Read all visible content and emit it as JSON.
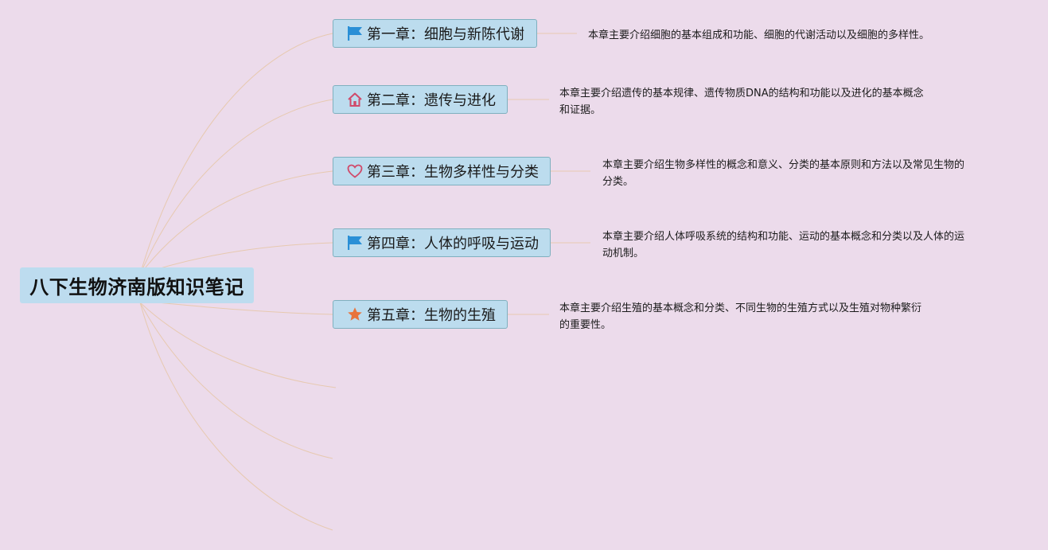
{
  "root": {
    "label": "八下生物济南版知识笔记"
  },
  "chapters": [
    {
      "label": "第一章：细胞与新陈代谢",
      "icon": "flag-icon",
      "icon_color": "#2a8fd6",
      "desc": "本章主要介绍细胞的基本组成和功能、细胞的代谢活动以及细胞的多样性。"
    },
    {
      "label": "第二章：遗传与进化",
      "icon": "home-icon",
      "icon_color": "#d04a6a",
      "desc": "本章主要介绍遗传的基本规律、遗传物质DNA的结构和功能以及进化的基本概念\n和证据。"
    },
    {
      "label": "第三章：生物多样性与分类",
      "icon": "heart-icon",
      "icon_color": "#d04a6a",
      "desc": "本章主要介绍生物多样性的概念和意义、分类的基本原则和方法以及常见生物的\n分类。"
    },
    {
      "label": "第四章：人体的呼吸与运动",
      "icon": "flag-icon",
      "icon_color": "#2a8fd6",
      "desc": "本章主要介绍人体呼吸系统的结构和功能、运动的基本概念和分类以及人体的运\n动机制。"
    },
    {
      "label": "第五章：生物的生殖",
      "icon": "star-icon",
      "icon_color": "#e8743b",
      "desc": "本章主要介绍生殖的基本概念和分类、不同生物的生殖方式以及生殖对物种繁衍\n的重要性。"
    }
  ],
  "colors": {
    "background": "#ecdbeb",
    "node_fill": "#bcdcee",
    "node_border": "#7fb0bf",
    "connector": "#e7c9b0"
  }
}
